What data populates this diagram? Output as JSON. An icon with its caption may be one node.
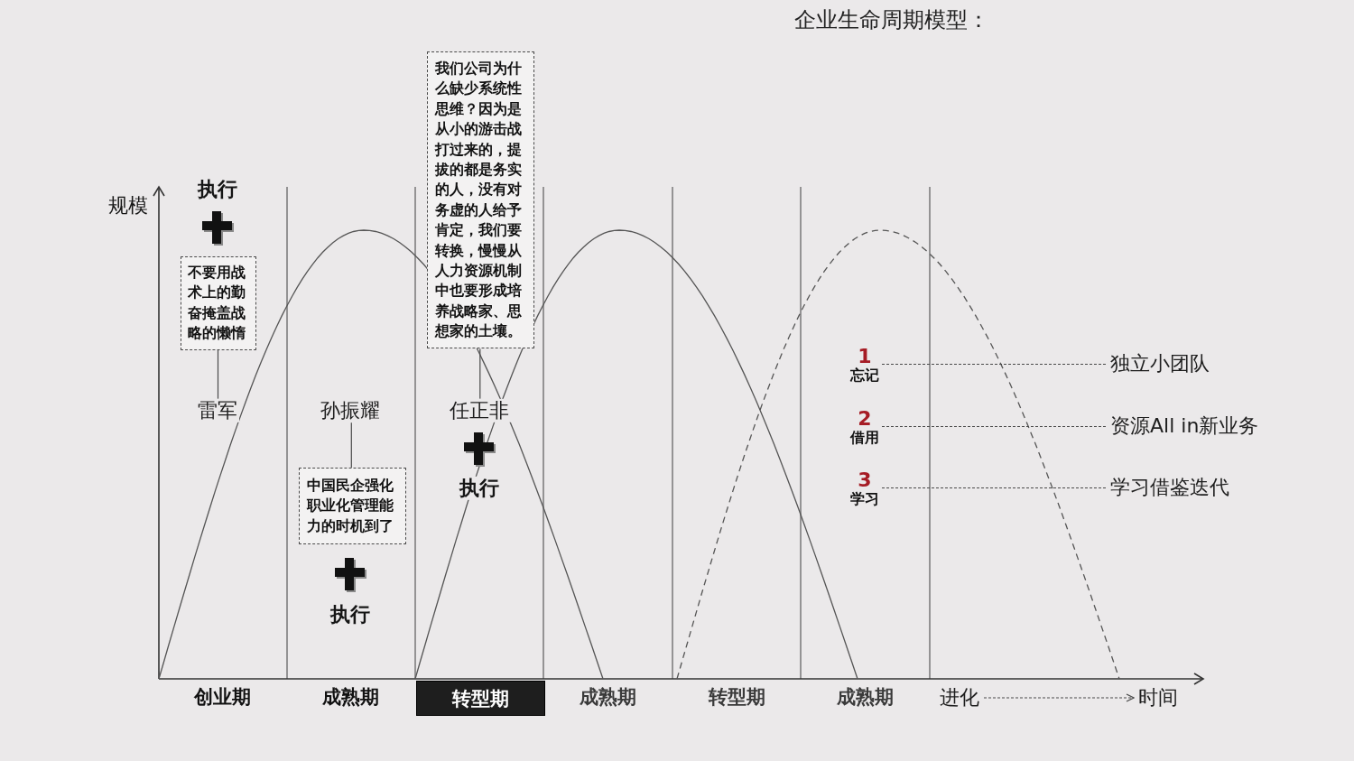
{
  "diagram": {
    "title": "企业生命周期模型：",
    "nodes": [
      {
        "text": [
          "不要用战术上的勤奋掩盖战略的懒惰"
        ]
      },
      {
        "text": [
          "雷军"
        ]
      },
      {
        "text": [
          "孙振耀"
        ]
      },
      {
        "text": [
          "中国民企强化职业化管理能力的时机到了"
        ]
      },
      {
        "text": [
          "我们公司为什么缺少系统性思维？因为是从小的游击战打过来的，提拔的都是务实的人，没有对务虚的人给予肯定，我们要转换，慢慢从人力资源机制中也要形成培养战略家、思想家的土壤。"
        ]
      },
      {
        "text": [
          "任正非"
        ]
      },
      {
        "text": [
          "1",
          "忘记"
        ]
      },
      {
        "text": [
          "独立小团队"
        ]
      },
      {
        "text": [
          "2",
          "借用"
        ]
      },
      {
        "text": [
          "资源All in新业务"
        ]
      },
      {
        "text": [
          "3",
          "学习"
        ]
      },
      {
        "text": [
          "学习借鉴迭代"
        ]
      },
      {
        "text": [
          "创业期"
        ]
      },
      {
        "text": [
          "成熟期"
        ]
      },
      {
        "text": [
          "转型期"
        ]
      },
      {
        "text": [
          "成熟期"
        ]
      },
      {
        "text": [
          "转型期"
        ]
      },
      {
        "text": [
          "成熟期"
        ]
      },
      {
        "text": [
          "进化"
        ]
      },
      {
        "text": [
          "时间"
        ]
      }
    ],
    "edges": [
      {
        "from": 1,
        "to": 0,
        "arrow": "none"
      },
      {
        "from": 2,
        "to": 3,
        "arrow": "none"
      },
      {
        "from": 5,
        "to": 4,
        "arrow": "none"
      },
      {
        "from": 6,
        "to": 7,
        "arrow": "none",
        "style": "dashed"
      },
      {
        "from": 8,
        "to": 9,
        "arrow": "none",
        "style": "dashed"
      },
      {
        "from": 10,
        "to": 11,
        "arrow": "none",
        "style": "dashed"
      },
      {
        "from": 18,
        "to": 19,
        "arrow": "to",
        "style": "dashed"
      }
    ],
    "labels": [
      "规模",
      "执行",
      "执行",
      "执行"
    ]
  }
}
